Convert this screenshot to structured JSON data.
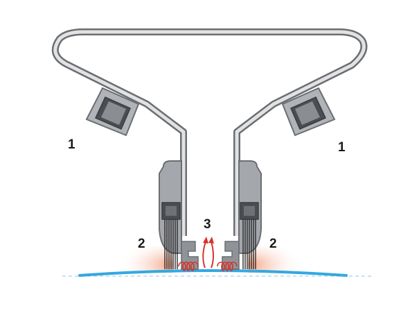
{
  "labels": {
    "one_left": "1",
    "one_right": "1",
    "two_left": "2",
    "two_right": "2",
    "three": "3"
  },
  "colors": {
    "frame_stroke": "#6b6d70",
    "frame_fill": "#d9dadc",
    "clamp_fill": "#a4a8ad",
    "block_dark": "#4a4d51",
    "brush": "#2b2b2b",
    "heat_glow": "#f4a68a",
    "coil": "#d7332a",
    "arrow": "#d7332a",
    "surface": "#34a8df",
    "surface_dash": "#9fd3ee"
  }
}
